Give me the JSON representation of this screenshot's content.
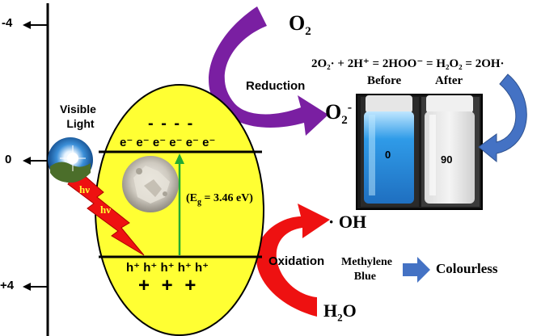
{
  "axis": {
    "ticks": [
      "-4",
      "0",
      "+4"
    ]
  },
  "light": {
    "label_line1": "Visible",
    "label_line2": "Light",
    "photon1": "hν",
    "photon2": "hν"
  },
  "band": {
    "electron_signs": "- - - -",
    "electrons": "e⁻ e⁻ e⁻ e⁻ e⁻ e⁻",
    "gap_label_prefix": "(E",
    "gap_label_sub": "g",
    "gap_label_suffix": " = 3.46 eV)",
    "holes": "h⁺ h⁺ h⁺ h⁺ h⁺",
    "hole_signs": "+ + +"
  },
  "reduction": {
    "reactant": "O",
    "reactant_sub": "2",
    "label": "Reduction",
    "product": "O",
    "product_sub": "2",
    "product_sup": "-",
    "equation": "2O₂· + 2H⁺ = 2HOO⁻ = H₂O₂ = 2OH·"
  },
  "vials": {
    "before_label": "Before",
    "after_label": "After",
    "before_value": "0",
    "after_value": "90"
  },
  "oxidation": {
    "product": "· OH",
    "label": "Oxidation",
    "reactant": "H",
    "reactant_sub": "2",
    "reactant_suffix": "O"
  },
  "dye": {
    "name_line1": "Methylene",
    "name_line2": "Blue",
    "result": "Colourless"
  },
  "colors": {
    "particle": "#ffff33",
    "reduction_arrow": "#7a1fa2",
    "oxidation_arrow": "#ee1111",
    "flow_arrow": "#4472c4",
    "gap_arrow": "#22aa33"
  }
}
